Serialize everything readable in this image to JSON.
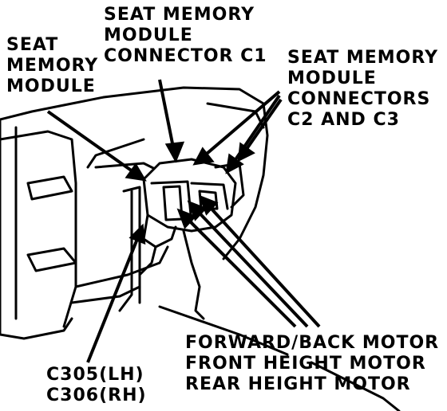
{
  "labels": {
    "seat_memory_module": [
      "SEAT",
      "MEMORY",
      "MODULE"
    ],
    "connector_c1": [
      "SEAT MEMORY",
      "MODULE",
      "CONNECTOR C1"
    ],
    "connectors_c2_c3": [
      "SEAT MEMORY",
      "MODULE",
      "CONNECTORS",
      "C2 AND C3"
    ],
    "motors": [
      "FORWARD/BACK MOTOR",
      "FRONT HEIGHT MOTOR",
      "REAR HEIGHT MOTOR"
    ],
    "connectors_c305_c306": [
      "C305(LH)",
      "C306(RH)"
    ]
  },
  "colors": {
    "ink": "#000000",
    "paper": "#ffffff"
  }
}
